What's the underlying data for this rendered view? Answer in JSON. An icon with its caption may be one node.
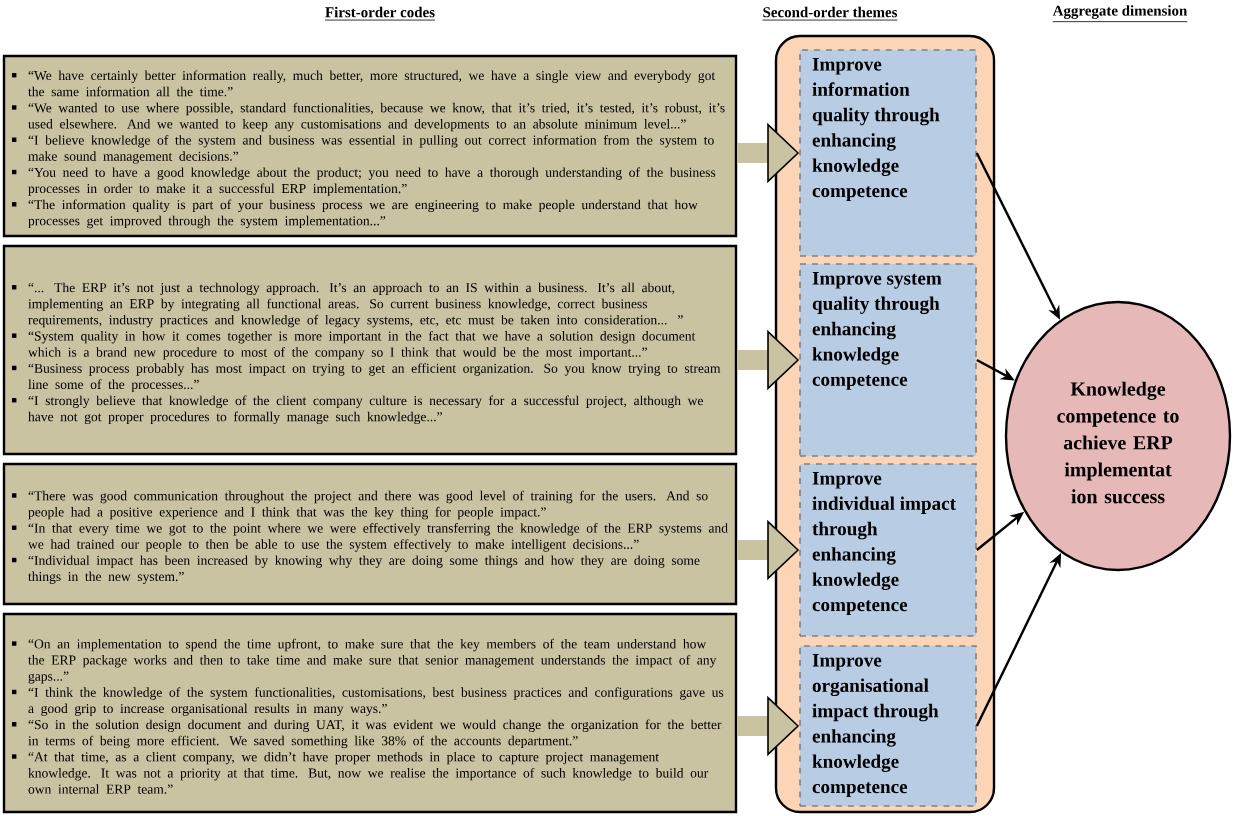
{
  "diagram": {
    "nodes": [
      {
        "text": [
          "“We have certainly better information really, much better, more structured, we have a single view and everybody got the same information all the time.”",
          "“We wanted to use where possible, standard functionalities, because we know, that it’s tried, it’s tested, it’s robust, it’s used elsewhere. And we wanted to keep any customisations and developments to an absolute minimum level...”",
          "“I believe knowledge of the system and business was essential in pulling out correct information from the system to make sound management decisions.”",
          "“You need to have a good knowledge about the product; you need to have a thorough understanding of the business processes in order to make it a successful ERP implementation.”",
          "“The information quality is part of your business process we are engineering to make people understand that how processes get improved through the system implementation...”"
        ]
      },
      {
        "text": [
          "“... The ERP it’s not just a technology approach. It’s an approach to an IS within a business. It’s all about, implementing an ERP by integrating all functional areas. So current business knowledge, correct business requirements, industry practices and knowledge of legacy systems, etc, etc must be taken into consideration... ”",
          "“System quality in how it comes together is more important in the fact that we have a solution design document which is a brand new procedure to most of the company so I think that would be the most important...”",
          "“Business process probably has most impact on trying to get an efficient organization. So you know trying to stream line some of the processes...”",
          "“I strongly believe that knowledge of the client company culture is necessary for a successful project, although we have not got proper procedures to formally manage such knowledge...”"
        ]
      },
      {
        "text": [
          "“There was good communication throughout the project and there was good level of training for the users. And so people had a positive experience and I think that was the key thing for people impact.”",
          "“In that every time we got to the point where we were effectively transferring the knowledge of the ERP systems and we had trained our people to then be able to use the system effectively to make intelligent decisions...”",
          "“Individual impact has been increased by knowing why they are doing some things and how they are doing some things in the new system.”"
        ]
      },
      {
        "text": [
          "“On an implementation to spend the time upfront, to make sure that the key members of the team understand how the ERP package works and then to take time and make sure that senior management understands the impact of any gaps...”",
          "“I think the knowledge of the system functionalities, customisations, best business practices and configurations gave us a good grip to increase organisational results in many ways.”",
          "“So in the solution design document and during UAT, it was evident we would change the organization for the better in terms of being more efficient. We saved something like 38% of the accounts department.”",
          "“At that time, as a client company, we didn’t have proper methods in place to capture project management knowledge. It was not a priority at that time. But, now we realise the importance of such knowledge to build our own internal ERP team.”"
        ]
      },
      {
        "text": [],
        "shape": "box"
      },
      {
        "text": [
          "Improve information quality through enhancing knowledge competence"
        ],
        "in": 4
      },
      {
        "text": [
          "Improve system quality through enhancing knowledge competence"
        ],
        "in": 4
      },
      {
        "text": [
          "Improve individual impact through enhancing knowledge competence"
        ],
        "in": 4
      },
      {
        "text": [
          "Improve organisational impact through enhancing knowledge competence"
        ],
        "in": 4
      },
      {
        "text": [
          "Knowledge competence to achieve ERP implementat ion success"
        ]
      }
    ],
    "edges": [
      {
        "from": 0,
        "to": 5,
        "arrow": "to",
        "style": "thick"
      },
      {
        "from": 1,
        "to": 6,
        "arrow": "to",
        "style": "thick"
      },
      {
        "from": 2,
        "to": 7,
        "arrow": "to",
        "style": "thick"
      },
      {
        "from": 3,
        "to": 8,
        "arrow": "to",
        "style": "thick"
      },
      {
        "from": 5,
        "to": 9,
        "arrow": "to",
        "color": "#000000"
      },
      {
        "from": 6,
        "to": 9,
        "arrow": "to",
        "color": "#000000"
      },
      {
        "from": 7,
        "to": 9,
        "arrow": "to",
        "color": "#000000"
      },
      {
        "from": 8,
        "to": 9,
        "arrow": "to",
        "color": "#000000"
      }
    ],
    "labels": [
      "First-order codes",
      "Second-order themes",
      "Aggregate dimension"
    ]
  }
}
